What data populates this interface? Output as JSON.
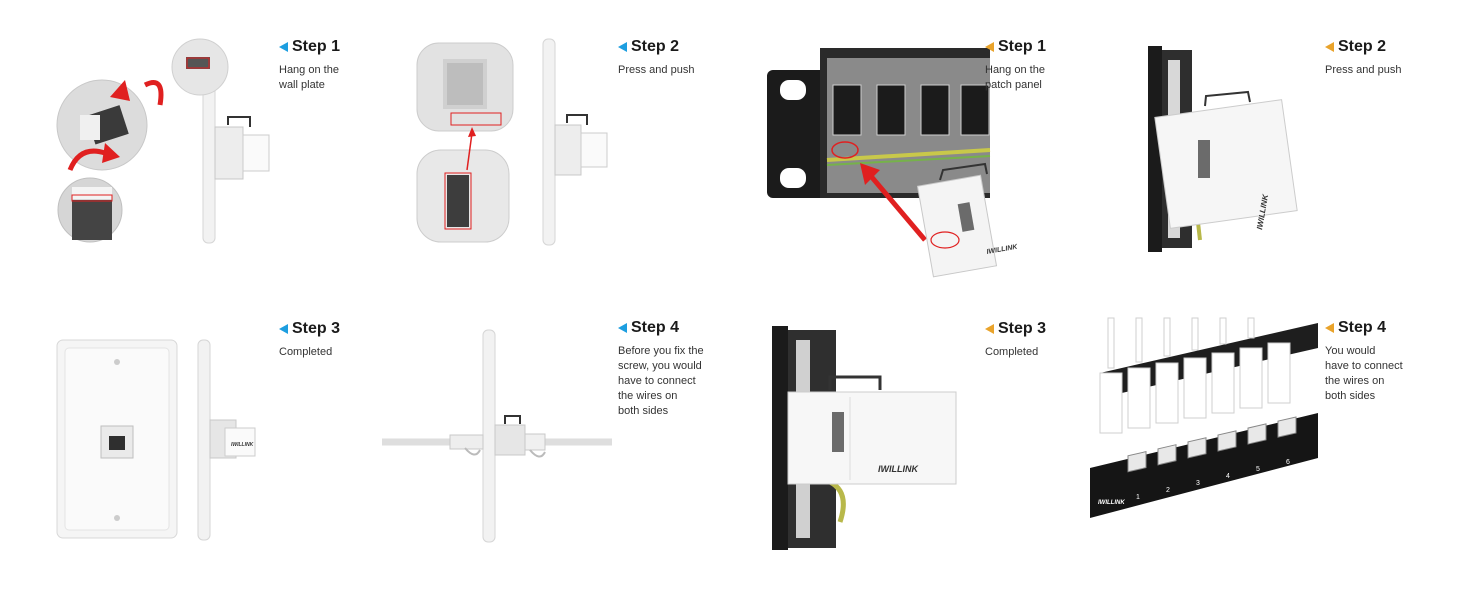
{
  "steps": {
    "wall_1": {
      "title": "Step 1",
      "text": "Hang on the\nwall plate"
    },
    "wall_2": {
      "title": "Step 2",
      "text": "Press and push"
    },
    "wall_3": {
      "title": "Step 3",
      "text": "Completed"
    },
    "wall_4": {
      "title": "Step 4",
      "text": "Before you fix the\nscrew, you would\nhave to connect\nthe wires on\nboth  sides"
    },
    "patch_1": {
      "title": "Step 1",
      "text": "Hang on the\npatch panel"
    },
    "patch_2": {
      "title": "Step 2",
      "text": "Press and push"
    },
    "patch_3": {
      "title": "Step 3",
      "text": "Completed"
    },
    "patch_4": {
      "title": "Step 4",
      "text": "You would\nhave to connect\nthe wires on\nboth  sides"
    }
  },
  "brand": {
    "logo": "IWILLINK"
  },
  "patch_panel": {
    "port_numbers": [
      "1",
      "2",
      "3",
      "4",
      "5",
      "6"
    ]
  },
  "colors": {
    "wall_step_marker": "#1d9ee0",
    "patch_step_marker": "#e9a32b",
    "arrow_red": "#e02020"
  }
}
